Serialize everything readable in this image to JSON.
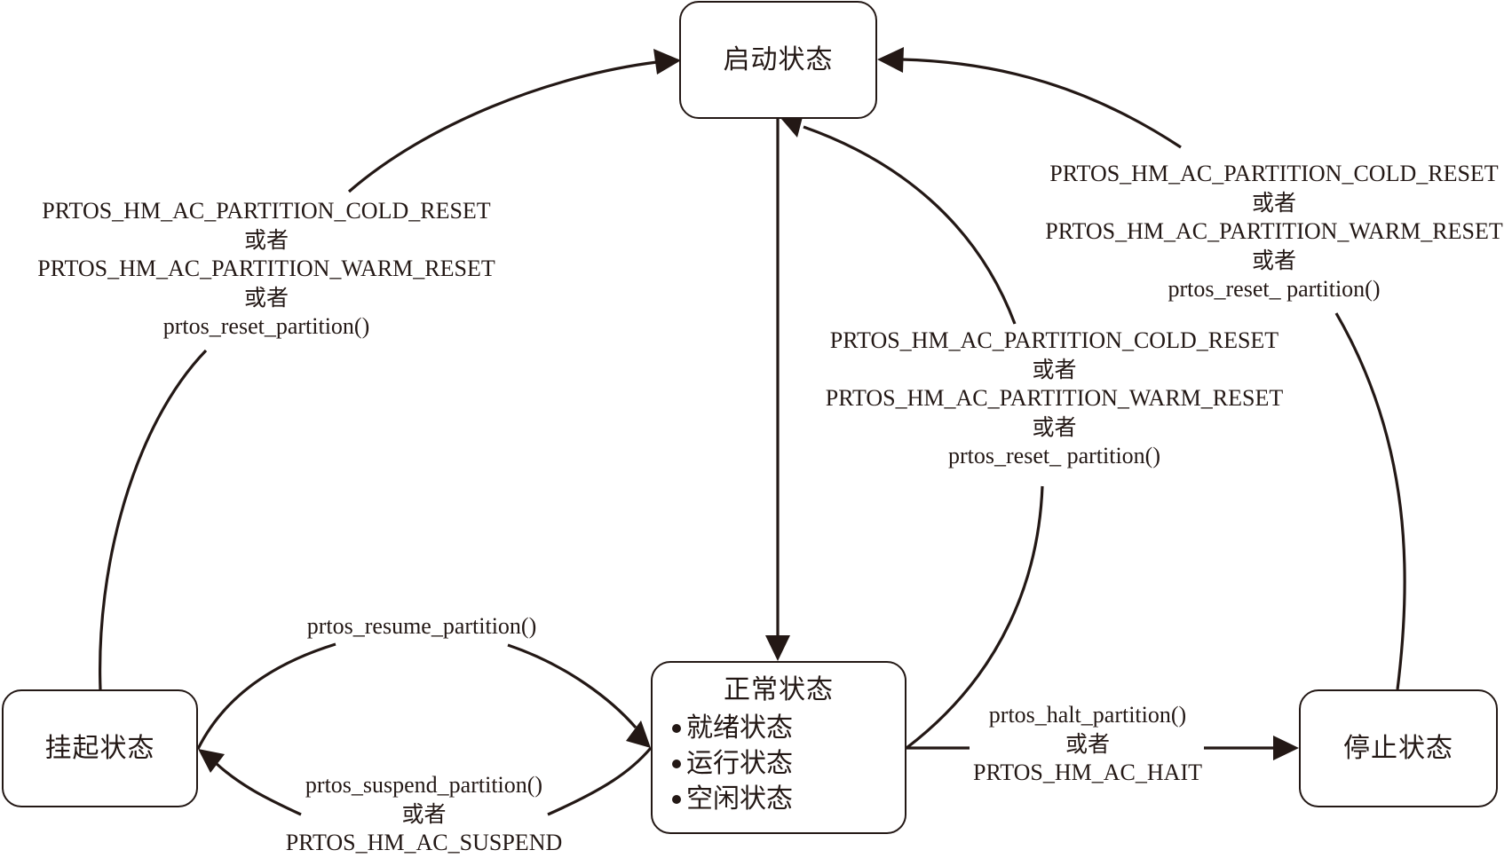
{
  "diagram": {
    "type": "state-transition",
    "states": {
      "startup": {
        "label": "启动状态"
      },
      "normal": {
        "label": "正常状态",
        "substates": [
          "就绪状态",
          "运行状态",
          "空闲状态"
        ]
      },
      "suspended": {
        "label": "挂起状态"
      },
      "halted": {
        "label": "停止状态"
      }
    },
    "transitions": [
      {
        "id": "suspended-to-startup",
        "from": "挂起状态",
        "to": "启动状态",
        "lines": [
          "PRTOS_HM_AC_PARTITION_COLD_RESET",
          "或者",
          "PRTOS_HM_AC_PARTITION_WARM_RESET",
          "或者",
          "prtos_reset_partition()"
        ]
      },
      {
        "id": "halted-to-startup",
        "from": "停止状态",
        "to": "启动状态",
        "lines": [
          "PRTOS_HM_AC_PARTITION_COLD_RESET",
          "或者",
          "PRTOS_HM_AC_PARTITION_WARM_RESET",
          "或者",
          "prtos_reset_ partition()"
        ]
      },
      {
        "id": "normal-to-startup",
        "from": "正常状态",
        "to": "启动状态",
        "lines": [
          "PRTOS_HM_AC_PARTITION_COLD_RESET",
          "或者",
          "PRTOS_HM_AC_PARTITION_WARM_RESET",
          "或者",
          "prtos_reset_ partition()"
        ]
      },
      {
        "id": "startup-to-normal",
        "from": "启动状态",
        "to": "正常状态",
        "lines": []
      },
      {
        "id": "suspended-to-normal",
        "from": "挂起状态",
        "to": "正常状态",
        "lines": [
          "prtos_resume_partition()"
        ]
      },
      {
        "id": "normal-to-suspended",
        "from": "正常状态",
        "to": "挂起状态",
        "lines": [
          "prtos_suspend_partition()",
          "或者",
          "PRTOS_HM_AC_SUSPEND"
        ]
      },
      {
        "id": "normal-to-halted",
        "from": "正常状态",
        "to": "停止状态",
        "lines": [
          "prtos_halt_partition()",
          "或者",
          "PRTOS_HM_AC_HAIT"
        ]
      }
    ]
  }
}
